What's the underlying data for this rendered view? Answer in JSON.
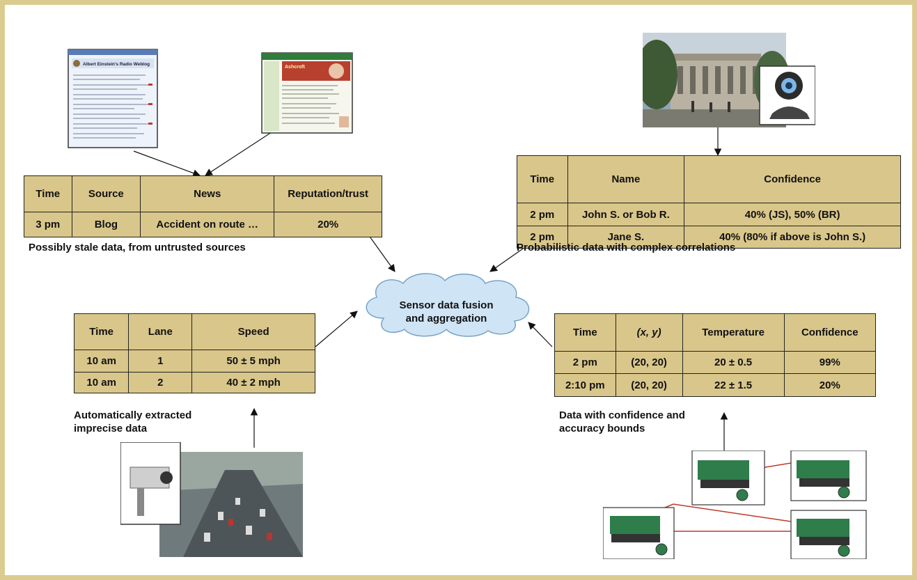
{
  "news_table": {
    "headers": [
      "Time",
      "Source",
      "News",
      "Reputation/trust"
    ],
    "rows": [
      [
        "3 pm",
        "Blog",
        "Accident on route …",
        "20%"
      ]
    ],
    "caption": "Possibly stale data, from untrusted sources"
  },
  "identity_table": {
    "headers": [
      "Time",
      "Name",
      "Confidence"
    ],
    "rows": [
      [
        "2 pm",
        "John S. or Bob R.",
        "40% (JS), 50% (BR)"
      ],
      [
        "2 pm",
        "Jane S.",
        "40% (80% if above is John S.)"
      ]
    ],
    "caption": "Probabilistic data with complex correlations"
  },
  "traffic_table": {
    "headers": [
      "Time",
      "Lane",
      "Speed"
    ],
    "rows": [
      [
        "10 am",
        "1",
        "50 ± 5 mph"
      ],
      [
        "10 am",
        "2",
        "40 ± 2 mph"
      ]
    ],
    "caption_lines": [
      "Automatically extracted",
      "imprecise data"
    ]
  },
  "sensor_table": {
    "headers": [
      "Time",
      "(x, y)",
      "Temperature",
      "Confidence"
    ],
    "rows": [
      [
        "2 pm",
        "(20, 20)",
        "20 ± 0.5",
        "99%"
      ],
      [
        "2:10 pm",
        "(20, 20)",
        "22 ± 1.5",
        "20%"
      ]
    ],
    "caption_lines": [
      "Data with confidence and",
      "accuracy bounds"
    ]
  },
  "cloud": {
    "lines": [
      "Sensor data fusion",
      "and aggregation"
    ]
  },
  "web_pages": {
    "blog_title": "Albert Einstein's Radio Weblog",
    "news_title": "Ashcroft"
  },
  "colors": {
    "frame": "#dccb8f",
    "table_fill": "#d9c68a",
    "cloud_fill": "#cfe4f4",
    "sensor_link": "#c0392b"
  }
}
